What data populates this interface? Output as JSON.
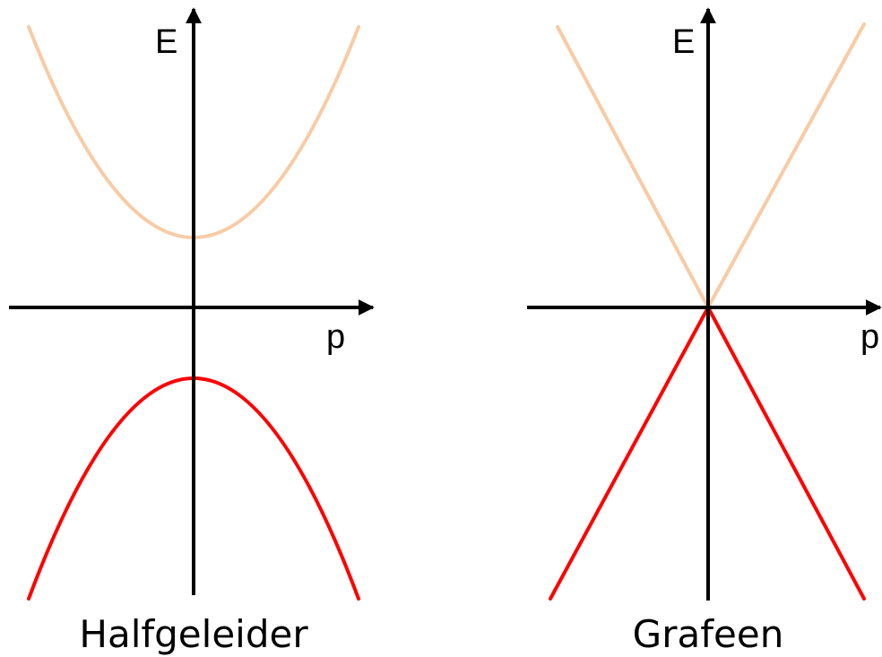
{
  "colors": {
    "conduction_band": "#f8cba5",
    "valence_band": "#ff0000",
    "axes": "#000000"
  },
  "panels": [
    {
      "energy_axis_label": "E",
      "momentum_axis_label": "p",
      "caption": "Halfgeleider",
      "band_shape": "parabolic",
      "has_gap": true
    },
    {
      "energy_axis_label": "E",
      "momentum_axis_label": "p",
      "caption": "Grafeen",
      "band_shape": "linear",
      "has_gap": false
    }
  ]
}
